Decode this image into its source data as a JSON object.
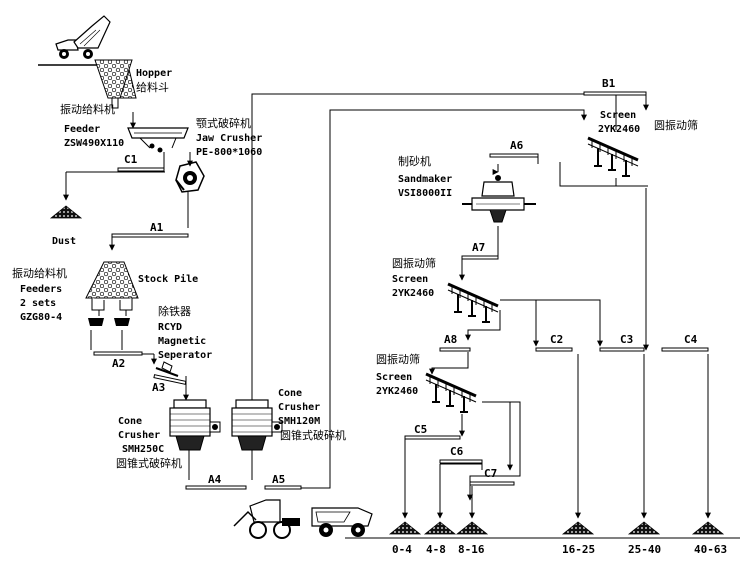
{
  "hopper": {
    "en": "Hopper",
    "cn": "给料斗"
  },
  "feeder": {
    "cn": "振动给料机",
    "en": "Feeder",
    "model": "ZSW490X110"
  },
  "jaw_crusher": {
    "cn": "颚式破碎机",
    "en": "Jaw Crusher",
    "model": "PE-800*1060"
  },
  "dust": "Dust",
  "stock_pile": "Stock Pile",
  "feeders": {
    "cn": "振动给料机",
    "en": "Feeders",
    "count": "2 sets",
    "model": "GZG80-4"
  },
  "magnetic": {
    "cn": "除铁器",
    "l1": "RCYD",
    "l2": "Magnetic",
    "l3": "Seperator"
  },
  "cone1": {
    "l1": "Cone",
    "l2": "Crusher",
    "model": "SMH250C",
    "cn": "圆锥式破碎机"
  },
  "cone2": {
    "l1": "Cone",
    "l2": "Crusher",
    "model": "SMH120M",
    "cn": "圆锥式破碎机"
  },
  "sandmaker": {
    "cn": "制砂机",
    "en": "Sandmaker",
    "model": "VSI8000II"
  },
  "screen1": {
    "en": "Screen",
    "model": "2YK2460",
    "cn": "圆振动筛"
  },
  "screen2": {
    "cn": "圆振动筛",
    "en": "Screen",
    "model": "2YK2460"
  },
  "screen3": {
    "cn": "圆振动筛",
    "en": "Screen",
    "model": "2YK2460"
  },
  "conveyors": [
    "C1",
    "A1",
    "A2",
    "A3",
    "A4",
    "A5",
    "B1",
    "A6",
    "A7",
    "A8",
    "C2",
    "C3",
    "C4",
    "C5",
    "C6",
    "C7"
  ],
  "products": [
    "0-4",
    "4-8",
    "8-16",
    "16-25",
    "25-40",
    "40-63"
  ]
}
